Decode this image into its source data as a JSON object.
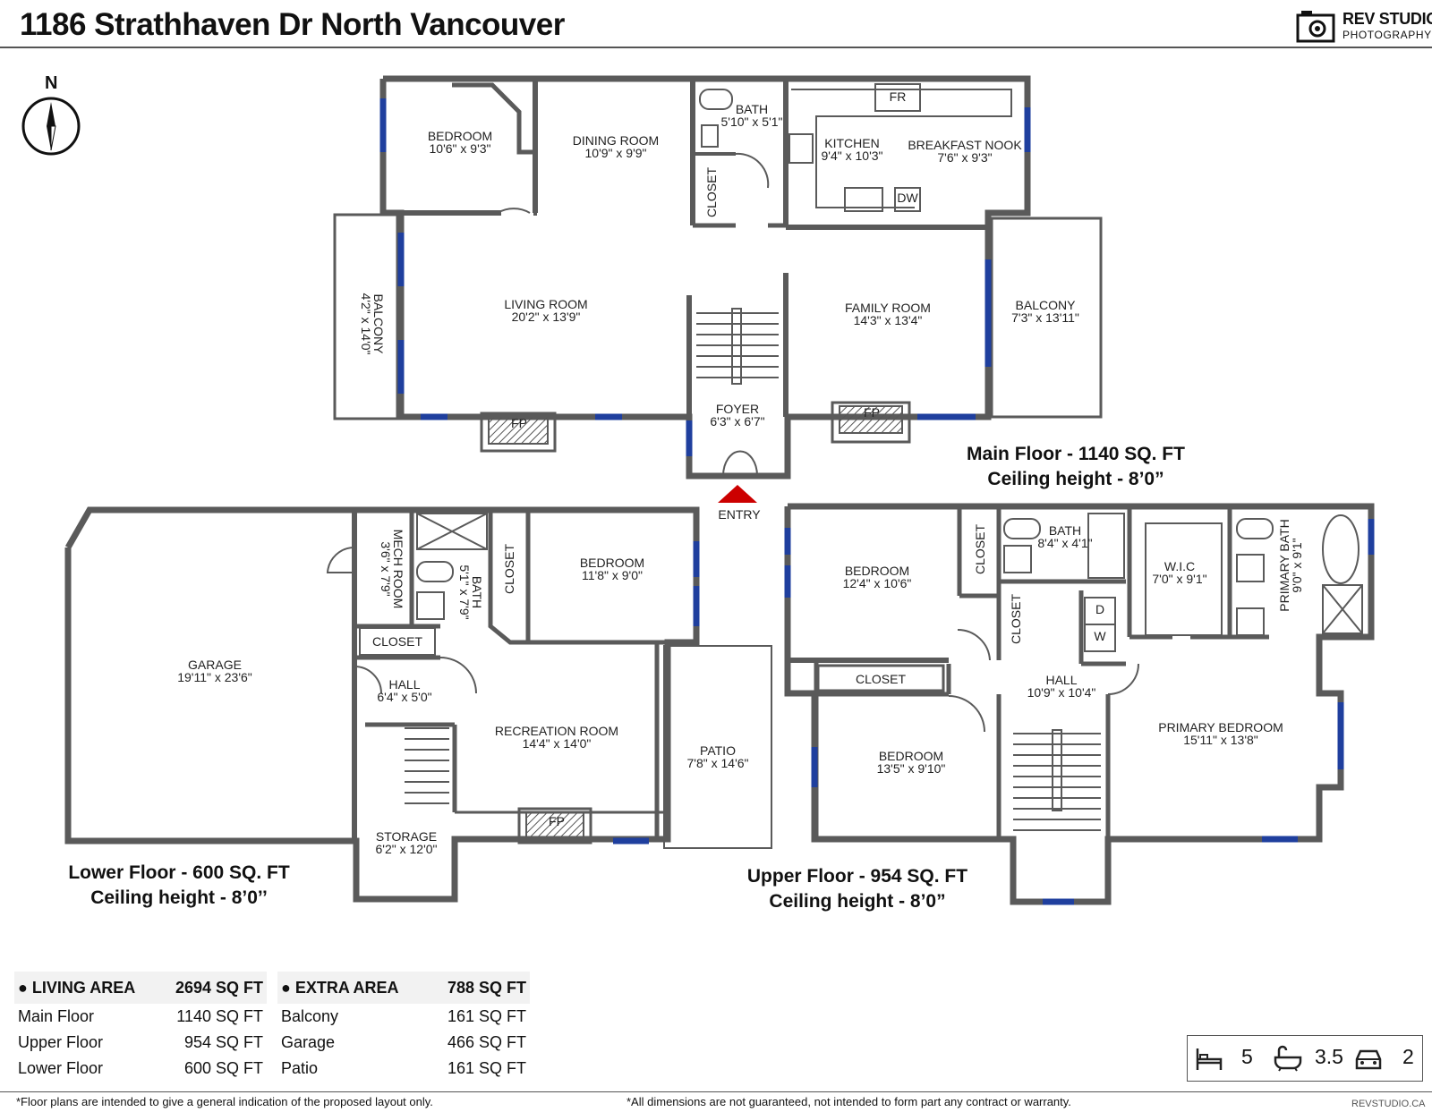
{
  "header": {
    "title": "1186 Strathhaven Dr North Vancouver",
    "brand_name": "REV STUDIO",
    "brand_sub": "PHOTOGRAPHY"
  },
  "compass": {
    "label": "N"
  },
  "main_floor": {
    "caption_line1": "Main Floor - 1140 SQ. FT",
    "caption_line2": "Ceiling height - 8’0”",
    "entry_label": "ENTRY",
    "rooms": [
      {
        "name": "BEDROOM",
        "dim": "10'6\" x 9'3\""
      },
      {
        "name": "DINING ROOM",
        "dim": "10'9\" x 9'9\""
      },
      {
        "name": "BATH",
        "dim": "5'10\" x 5'1\""
      },
      {
        "name": "CLOSET",
        "dim": ""
      },
      {
        "name": "KITCHEN",
        "dim": "9'4\" x 10'3\""
      },
      {
        "name": "BREAKFAST NOOK",
        "dim": "7'6\" x 9'3\""
      },
      {
        "name": "BALCONY",
        "dim": "4'2\" x 14'0\""
      },
      {
        "name": "LIVING ROOM",
        "dim": "20'2\" x 13'9\""
      },
      {
        "name": "FAMILY ROOM",
        "dim": "14'3\" x 13'4\""
      },
      {
        "name": "BALCONY",
        "dim": "7'3\" x 13'11\""
      },
      {
        "name": "FOYER",
        "dim": "6'3\" x 6'7\""
      }
    ],
    "fixtures": {
      "fp": "FP",
      "fr": "FR",
      "dw": "DW"
    }
  },
  "lower_floor": {
    "caption_line1": "Lower Floor - 600 SQ. FT",
    "caption_line2": "Ceiling height - 8’0’’",
    "rooms": [
      {
        "name": "GARAGE",
        "dim": "19'11\" x 23'6\""
      },
      {
        "name": "MECH ROOM",
        "dim": "3'6\" x 7'9\""
      },
      {
        "name": "BATH",
        "dim": "5'1\" x 7'9\""
      },
      {
        "name": "CLOSET",
        "dim": ""
      },
      {
        "name": "BEDROOM",
        "dim": "11'8\" x 9'0\""
      },
      {
        "name": "CLOSET",
        "dim": ""
      },
      {
        "name": "HALL",
        "dim": "6'4\" x 5'0\""
      },
      {
        "name": "RECREATION ROOM",
        "dim": "14'4\" x 14'0\""
      },
      {
        "name": "PATIO",
        "dim": "7'8\" x 14'6\""
      },
      {
        "name": "STORAGE",
        "dim": "6'2\" x 12'0\""
      }
    ],
    "fixtures": {
      "fp": "FP"
    }
  },
  "upper_floor": {
    "caption_line1": "Upper Floor - 954 SQ. FT",
    "caption_line2": "Ceiling height - 8’0”",
    "rooms": [
      {
        "name": "BEDROOM",
        "dim": "12'4\" x 10'6\""
      },
      {
        "name": "CLOSET",
        "dim": ""
      },
      {
        "name": "BATH",
        "dim": "8'4\" x 4'1\""
      },
      {
        "name": "W.I.C",
        "dim": "7'0\" x 9'1\""
      },
      {
        "name": "PRIMARY BATH",
        "dim": "9'0\" x 9'1\""
      },
      {
        "name": "CLOSET",
        "dim": ""
      },
      {
        "name": "CLOSET",
        "dim": ""
      },
      {
        "name": "HALL",
        "dim": "10'9\" x 10'4\""
      },
      {
        "name": "PRIMARY BEDROOM",
        "dim": "15'11\" x 13'8\""
      },
      {
        "name": "BEDROOM",
        "dim": "13'5\" x 9'10\""
      }
    ],
    "fixtures": {
      "d": "D",
      "w": "W"
    }
  },
  "living_area": {
    "heading": "LIVING AREA",
    "total": "2694 SQ FT",
    "rows": [
      {
        "label": "Main Floor",
        "value": "1140 SQ FT"
      },
      {
        "label": "Upper Floor",
        "value": "954 SQ FT"
      },
      {
        "label": "Lower Floor",
        "value": "600 SQ FT"
      }
    ]
  },
  "extra_area": {
    "heading": "EXTRA AREA",
    "total": "788 SQ FT",
    "rows": [
      {
        "label": "Balcony",
        "value": "161 SQ FT"
      },
      {
        "label": "Garage",
        "value": "466 SQ FT"
      },
      {
        "label": "Patio",
        "value": "161 SQ FT"
      }
    ]
  },
  "stats": {
    "bedrooms": "5",
    "bathrooms": "3.5",
    "garage": "2",
    "icons": [
      "bed-icon",
      "bathtub-icon",
      "car-icon"
    ]
  },
  "footer": {
    "left": "*Floor plans are intended to give a general indication of the proposed layout only.",
    "right": "*All dimensions are not guaranteed, not intended to form part any contract or warranty.",
    "site": "REVSTUDIO.CA"
  },
  "colors": {
    "wall": "#5a5a5a",
    "window": "#1f3f9e",
    "entry_arrow": "#cc0000"
  }
}
